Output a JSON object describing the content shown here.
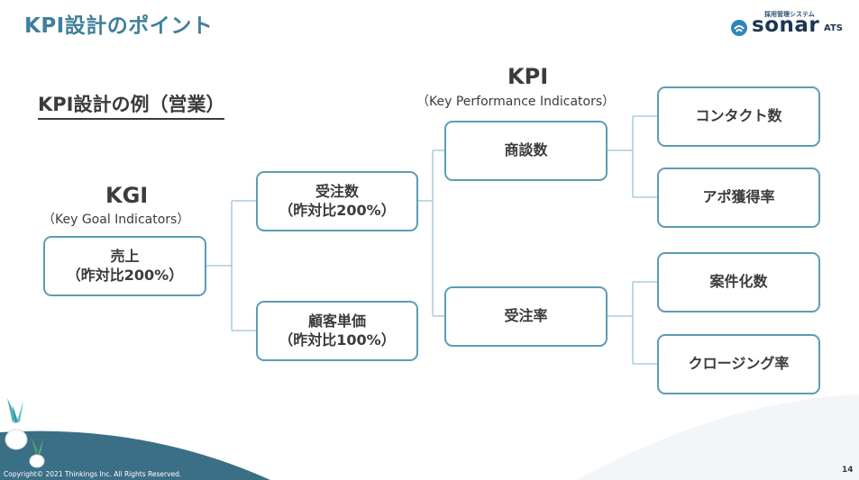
{
  "slide": {
    "title": "KPI設計のポイント",
    "example_title": "KPI設計の例（営業）",
    "copyright": "Copyright© 2021 Thinkings Inc.  All Rights Reserved.",
    "page_number": "14"
  },
  "logo": {
    "caption": "採用管理システム",
    "word": "sonar",
    "suffix": "ATS"
  },
  "kgi": {
    "title": "KGI",
    "subtitle": "（Key Goal Indicators）"
  },
  "kpi": {
    "title": "KPI",
    "subtitle": "（Key Performance Indicators）"
  },
  "nodes": {
    "sales": {
      "line1": "売上",
      "line2": "（昨対比200%）"
    },
    "orders": {
      "line1": "受注数",
      "line2": "（昨対比200%）"
    },
    "unit_price": {
      "line1": "顧客単価",
      "line2": "（昨対比100%）"
    },
    "deals": {
      "line1": "商談数"
    },
    "win_rate": {
      "line1": "受注率"
    },
    "contacts": {
      "line1": "コンタクト数"
    },
    "appointment_rate": {
      "line1": "アポ獲得率"
    },
    "opportunities": {
      "line1": "案件化数"
    },
    "closing_rate": {
      "line1": "クロージング率"
    }
  },
  "colors": {
    "title": "#3f7f9a",
    "node_border": "#5b9db4",
    "connector": "#9cc4d2",
    "footer": "#3b6f86"
  }
}
